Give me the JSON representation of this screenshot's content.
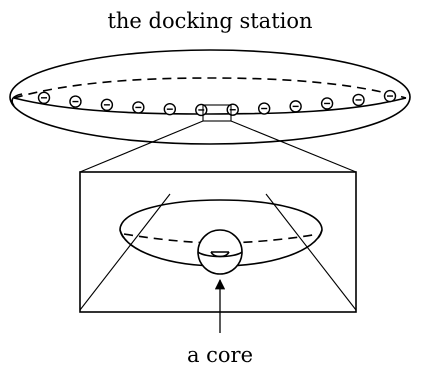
{
  "title": "the docking station",
  "core_label": "a core",
  "station_bead_count": 12
}
